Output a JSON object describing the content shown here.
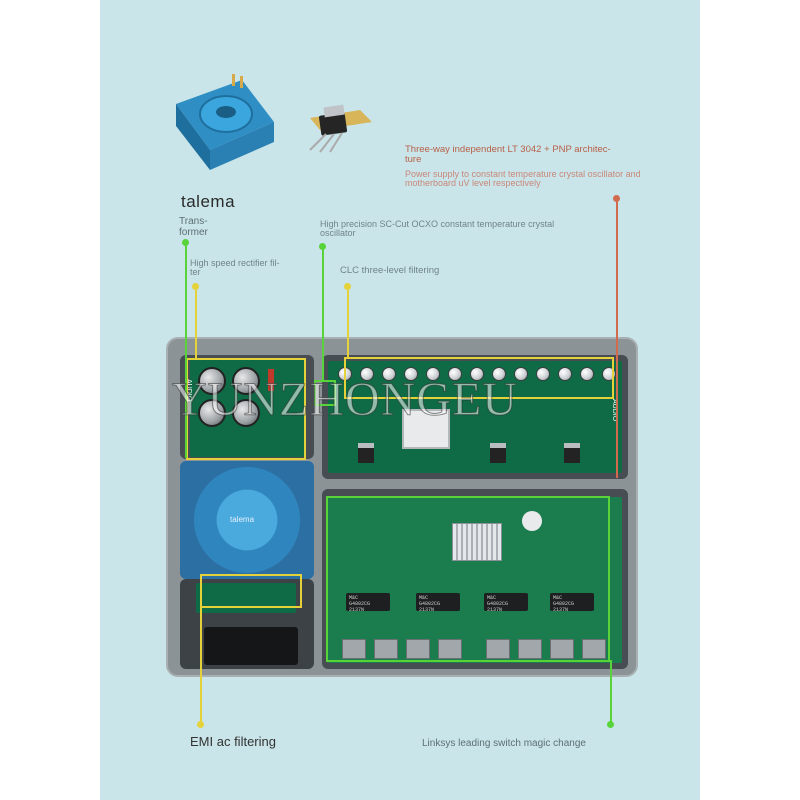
{
  "brand": "talema",
  "watermark": "YUNZHONGEU",
  "colors": {
    "background": "#c9e5e9",
    "green_line": "#58d33a",
    "yellow_line": "#e5d23a",
    "red_line": "#d26a4e",
    "pcb_green": "#0f6b45",
    "device_gray": "#8b9396"
  },
  "labels": {
    "transformer": [
      "Trans-",
      "former"
    ],
    "rectifier": [
      "High speed rectifier fil-",
      "ter"
    ],
    "ocxo": [
      "High precision SC-Cut OCXO constant temperature crystal",
      "oscillator"
    ],
    "clc": "CLC three-level filtering",
    "lt3042_title": [
      "Three-way independent LT 3042 + PNP architec-",
      "ture"
    ],
    "lt3042_desc": [
      "Power supply to constant temperature crystal oscillator and",
      "motherboard uV level respectively"
    ],
    "emi": "EMI ac filtering",
    "linksys": "Linksys leading switch magic change"
  },
  "board": {
    "chips": [
      {
        "brand": "M&C",
        "part": "G4802CG",
        "code": "2137N"
      },
      {
        "brand": "M&C",
        "part": "G4802CG",
        "code": "2137N"
      },
      {
        "brand": "M&C",
        "part": "G4802CG",
        "code": "2137N"
      },
      {
        "brand": "M&C",
        "part": "G4802CG",
        "code": "2137N"
      }
    ],
    "transformer_text": "talema",
    "side_label": "AUDIO"
  },
  "icons": {
    "transformer_product": "toroidal-transformer-icon",
    "regulator_product": "to220-regulator-icon"
  }
}
